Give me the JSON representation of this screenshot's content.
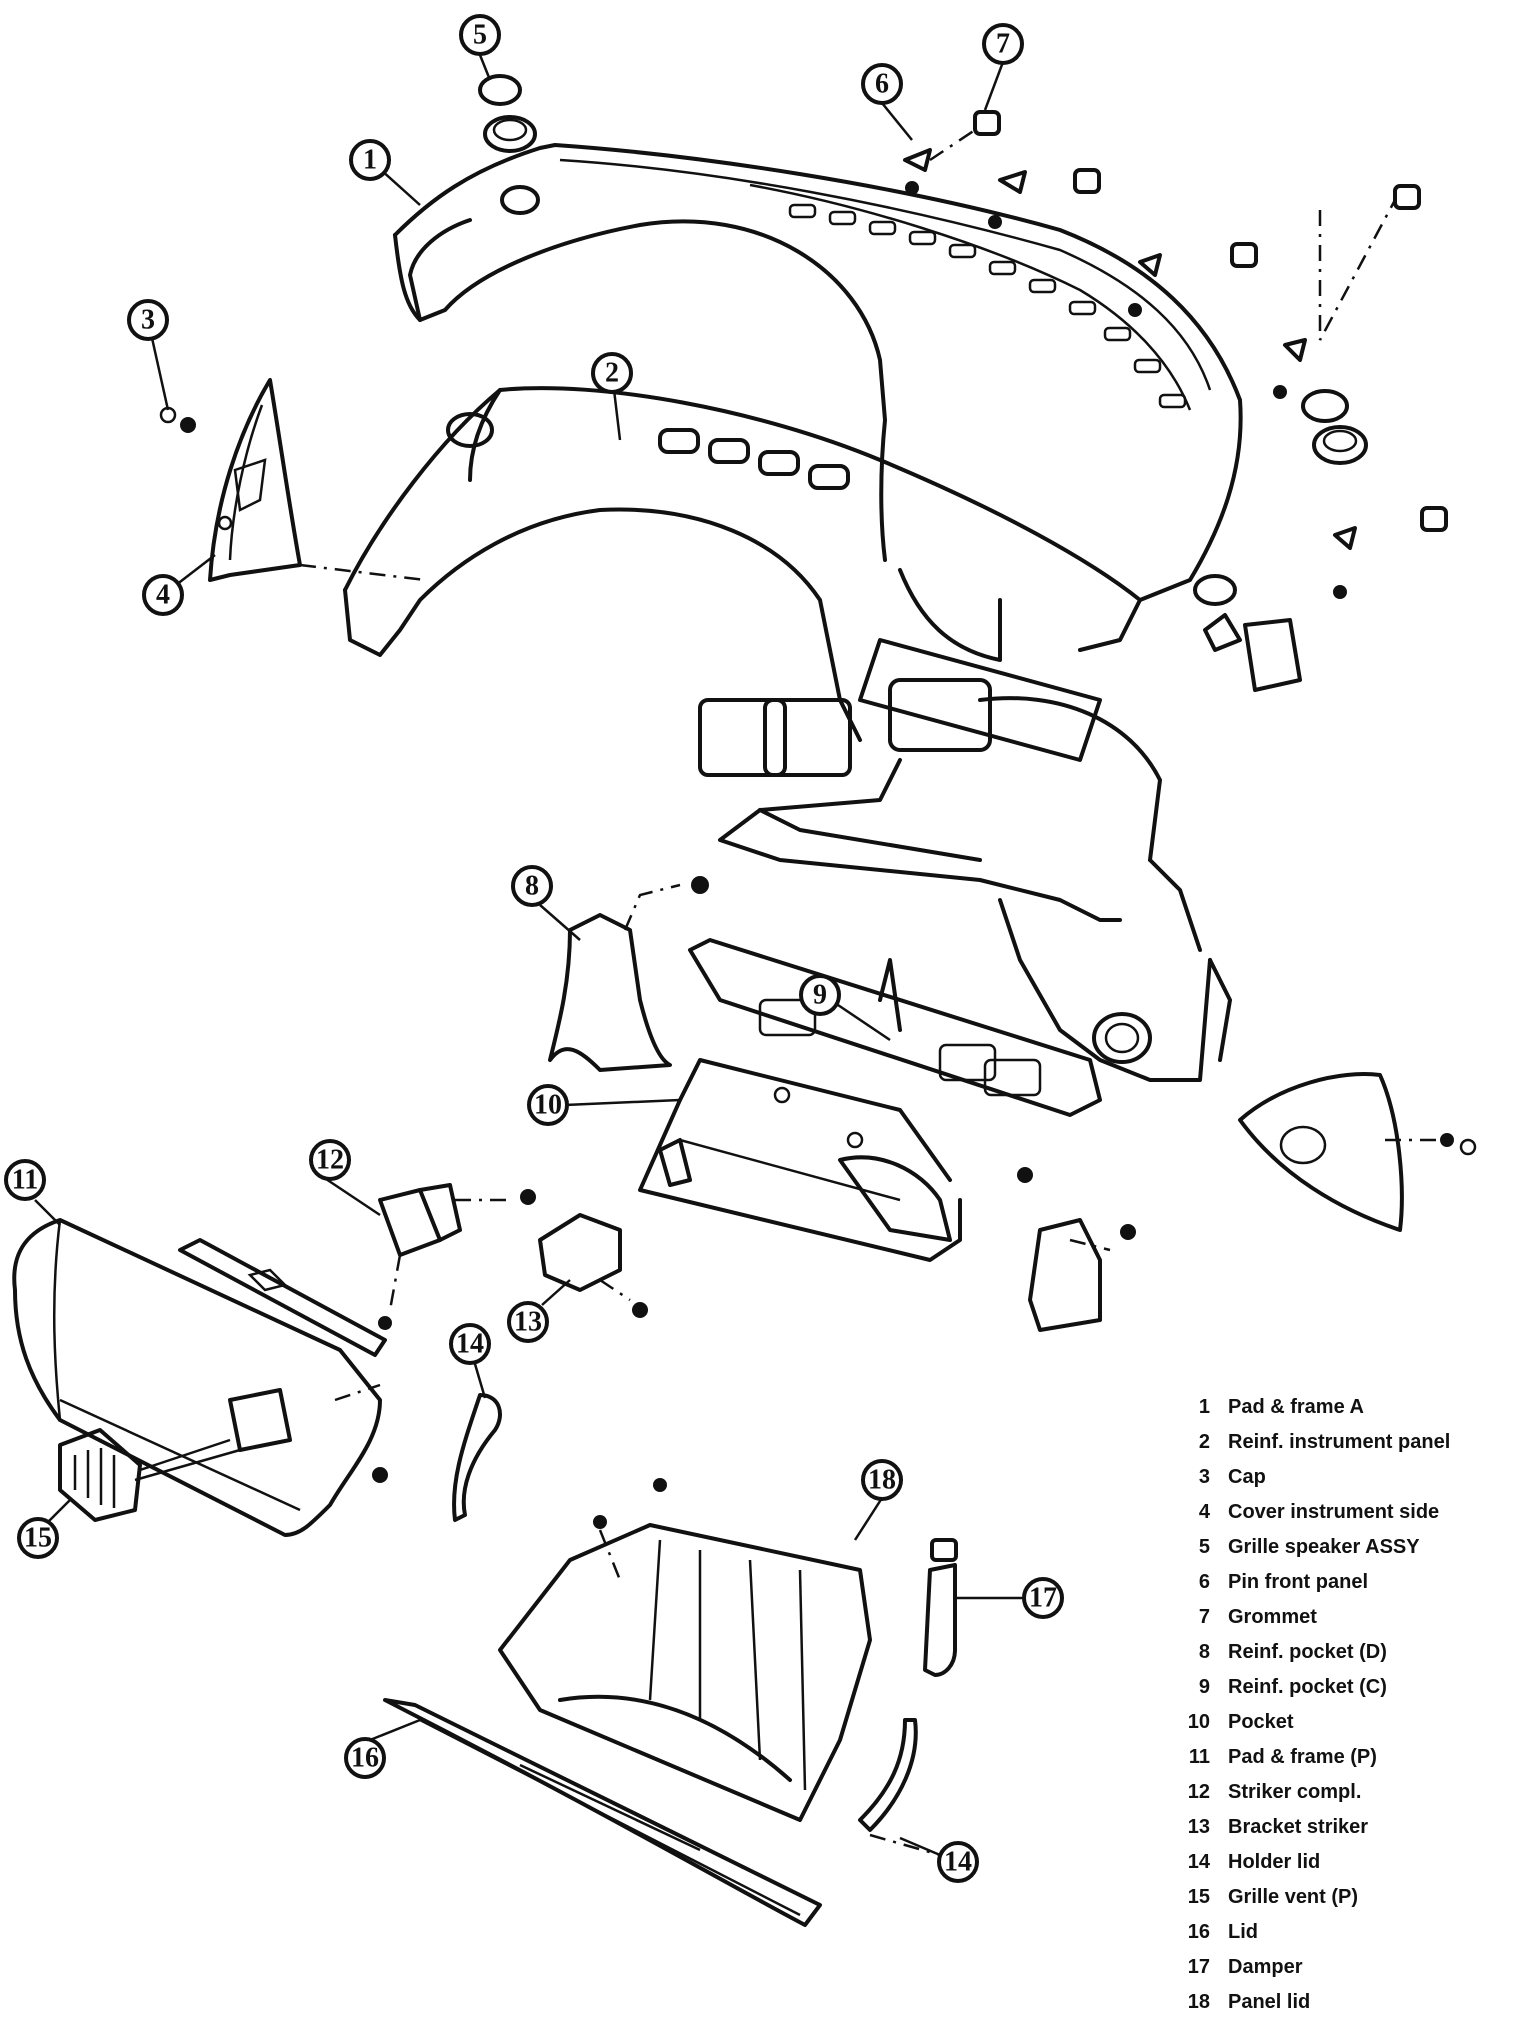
{
  "callouts": [
    "1",
    "2",
    "3",
    "4",
    "5",
    "6",
    "7",
    "8",
    "9",
    "10",
    "11",
    "12",
    "13",
    "14",
    "14",
    "15",
    "16",
    "17",
    "18"
  ],
  "legend": [
    {
      "number": "1",
      "label": "Pad & frame A"
    },
    {
      "number": "2",
      "label": "Reinf. instrument panel"
    },
    {
      "number": "3",
      "label": "Cap"
    },
    {
      "number": "4",
      "label": "Cover instrument side"
    },
    {
      "number": "5",
      "label": "Grille speaker ASSY"
    },
    {
      "number": "6",
      "label": "Pin front panel"
    },
    {
      "number": "7",
      "label": "Grommet"
    },
    {
      "number": "8",
      "label": "Reinf. pocket (D)"
    },
    {
      "number": "9",
      "label": "Reinf. pocket (C)"
    },
    {
      "number": "10",
      "label": "Pocket"
    },
    {
      "number": "11",
      "label": "Pad & frame (P)"
    },
    {
      "number": "12",
      "label": "Striker compl."
    },
    {
      "number": "13",
      "label": "Bracket striker"
    },
    {
      "number": "14",
      "label": "Holder lid"
    },
    {
      "number": "15",
      "label": "Grille vent (P)"
    },
    {
      "number": "16",
      "label": "Lid"
    },
    {
      "number": "17",
      "label": "Damper"
    },
    {
      "number": "18",
      "label": "Panel lid"
    }
  ]
}
